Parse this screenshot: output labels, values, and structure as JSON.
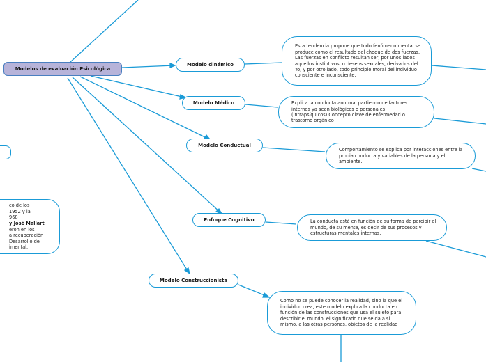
{
  "diagram": {
    "root": {
      "label": "Modelos de evaluación Psicológica"
    },
    "models": [
      {
        "id": "dinamico",
        "label": "Modelo dinámico",
        "description": "Esta tendencia propone que todo fenómeno mental se produce como el resultado del choque de dos fuerzas. Las fuerzas en conflicto resultan ser, por unos lados aquellos instintivos, o deseos sexuales, derivados del Yo, y por otro lado, todo principio moral del individuo consciente e inconsciente."
      },
      {
        "id": "medico",
        "label": "Modelo Médico",
        "description": "Explica la conducta anormal partiendo de factores internos ya sean biológicos o personales (intrapsíquicos).Concepto clave de enfermedad o trastorno orgánico"
      },
      {
        "id": "conductual",
        "label": "Modelo Conductual",
        "description": "Comportamiento se explica por interacciones entre la propia conducta y variables de la persona y el ambiente."
      },
      {
        "id": "cognitivo",
        "label": "Enfoque Cognitivo",
        "description": "La conducta está en función de su forma de percibir el mundo, de su mente, es decir de sus procesos y estructuras mentales internas."
      },
      {
        "id": "construccionista",
        "label": "Modelo Construccionista",
        "description": "Como no se puede conocer la realidad, sino la que el individuo crea, este modelo explica la conducta en función de las construcciones que usa el sujeto para describir el mundo, el significado que se da a sí mismo, a las otras personas, objetos de la realidad"
      }
    ],
    "left_partial": {
      "lines": [
        "co de los",
        "1952 y la",
        "968",
        "y José Mallart",
        "eron en los",
        "a recuperación",
        "Desarrollo de",
        "imental."
      ],
      "bold_line_index": 3
    },
    "colors": {
      "edge": "#1a9bd7",
      "root_fill": "#b7b3d9",
      "root_border": "#4a7fc0",
      "node_border": "#1a9bd7"
    }
  }
}
